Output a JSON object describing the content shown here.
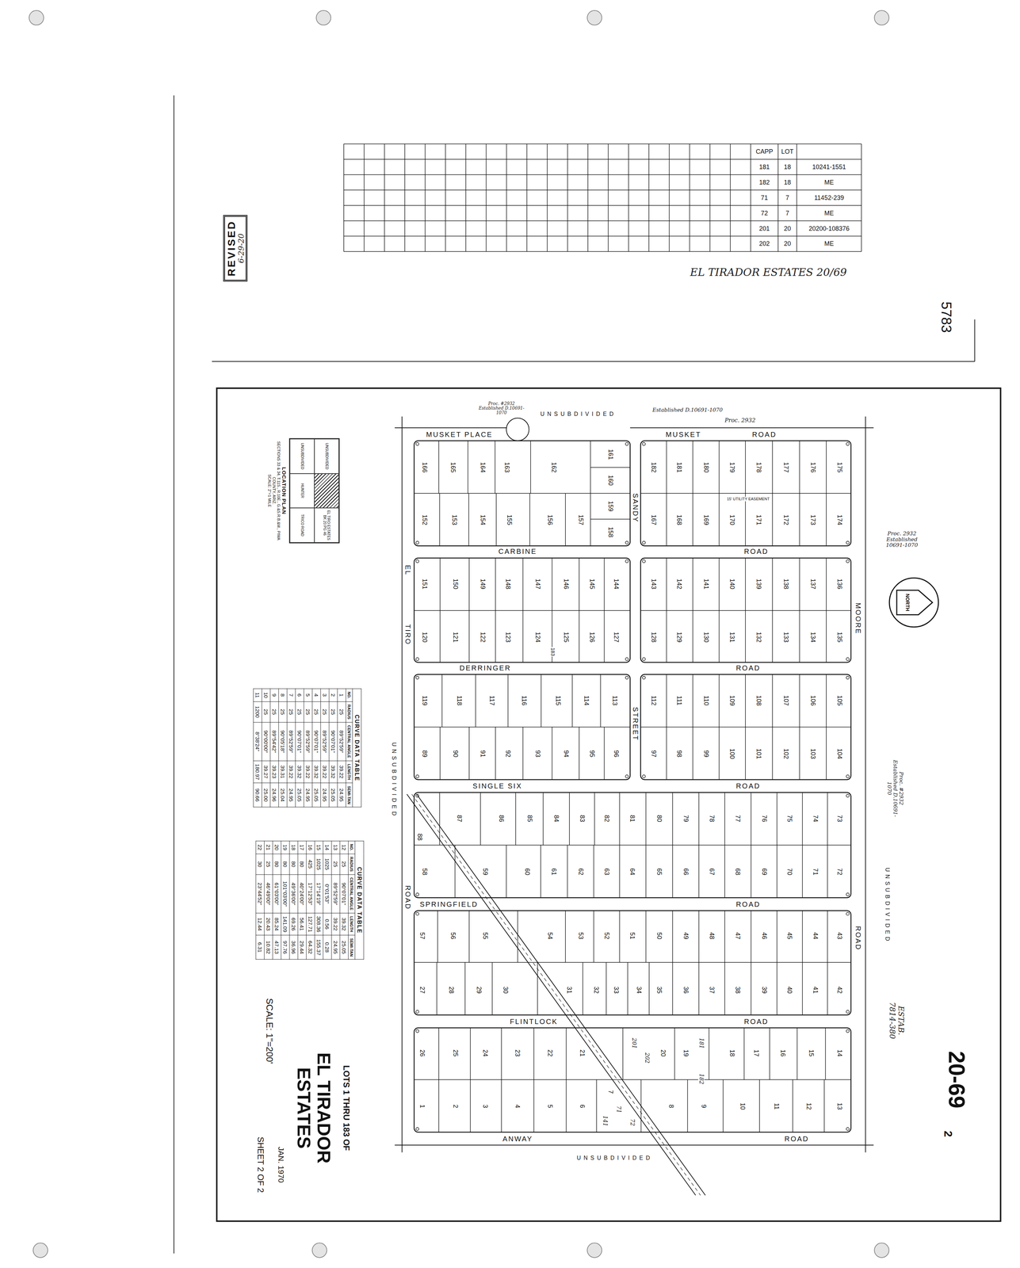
{
  "diagram": {
    "title": "EL TIRADOR ESTATES",
    "nodes": [
      {
        "text": [
          "REVISED",
          "6-29-20"
        ]
      },
      {
        "text": [
          "NORTH"
        ]
      },
      {
        "text": [
          "UNSUBDIVIDED",
          "EL TIRO ESTATES BK 20 PG 46",
          "UNSUBDIVIDED",
          "HUNTER",
          "TRICO ROAD",
          "LOCATION PLAN",
          "SECTIONS 33 & 34, T.11S., R.10E., G.&S.R.B.&M., PIMA COUNTY, ARIZ.",
          "SCALE: 2\"=1 MILE"
        ]
      },
      {
        "text": [
          "CURVE DATA TABLE",
          "NO.",
          "RADIUS",
          "CENTRAL ANGLE",
          "LENGTH",
          "SEMI-TAN",
          "1",
          "25",
          "89°52'59\"",
          "39.22",
          "24.95",
          "2",
          "25",
          "90°07'01\"",
          "39.32",
          "25.05",
          "3",
          "25",
          "89°52'59\"",
          "39.22",
          "24.95",
          "4",
          "25",
          "90°07'01\"",
          "39.32",
          "25.05",
          "5",
          "25",
          "89°52'59\"",
          "39.22",
          "24.95",
          "6",
          "25",
          "90°07'01\"",
          "39.32",
          "25.05",
          "7",
          "25",
          "89°52'59\"",
          "39.22",
          "24.95",
          "8",
          "25",
          "90°05'18\"",
          "39.31",
          "25.04",
          "9",
          "25",
          "89°54'42\"",
          "39.23",
          "24.96",
          "10",
          "25",
          "90°00'00\"",
          "39.27",
          "25.00",
          "11",
          "1200",
          "8°38'24\"",
          "180.97",
          "90.66"
        ]
      },
      {
        "text": [
          "CURVE DATA TABLE",
          "NO.",
          "RADIUS",
          "CENTRAL ANGLE",
          "LENGTH",
          "SEMI-TAN",
          "12",
          "25",
          "90°07'01\"",
          "39.32",
          "25.05",
          "13",
          "25",
          "89°52'59\"",
          "39.22",
          "24.95",
          "14",
          "1025",
          "0°01'53\"",
          "0.56",
          "0.28",
          "15",
          "1025",
          "17°14'19\"",
          "308.36",
          "155.37",
          "16",
          "425",
          "17°12'53\"",
          "127.71",
          "64.32",
          "17",
          "80",
          "40°24'00\"",
          "56.41",
          "29.44",
          "18",
          "80",
          "49°36'00\"",
          "69.26",
          "36.96",
          "19",
          "80",
          "101°03'00\"",
          "141.09",
          "97.76",
          "20",
          "80",
          "61°03'00\"",
          "85.24",
          "47.13",
          "21",
          "25",
          "46°49'00\"",
          "20.43",
          "10.82",
          "22",
          "30",
          "23°44'52\"",
          "12.44",
          "6.31"
        ]
      }
    ],
    "labels": [
      "5783",
      "EL TIRADOR ESTATES 20/69",
      "CAPP",
      "LOT",
      "181",
      "18",
      "10241-1551",
      "182",
      "18",
      "ME",
      "71",
      "7",
      "11452-239",
      "72",
      "7",
      "ME",
      "201",
      "20",
      "20200-108376",
      "202",
      "20",
      "ME",
      "UNSUBDIVIDED",
      "UNSUBDIVIDED",
      "UNSUBDIVIDED",
      "UNSUBDIVIDED",
      "MUSKET PLACE",
      "MUSKET",
      "ROAD",
      "CARBINE",
      "ROAD",
      "DERRINGER",
      "ROAD",
      "SINGLE SIX",
      "ROAD",
      "SPRINGFIELD",
      "ROAD",
      "FLINTLOCK",
      "ROAD",
      "ANWAY",
      "ROAD",
      "SANDY",
      "STREET",
      "EL",
      "TIRO",
      "ROAD",
      "MOORE",
      "ROAD",
      "166",
      "165",
      "164",
      "163",
      "162",
      "161",
      "160",
      "159",
      "158",
      "152",
      "153",
      "154",
      "155",
      "156",
      "157",
      "182",
      "181",
      "180",
      "179",
      "178",
      "177",
      "176",
      "175",
      "167",
      "168",
      "169",
      "170",
      "171",
      "172",
      "173",
      "174",
      "151",
      "150",
      "149",
      "148",
      "147",
      "146",
      "145",
      "144",
      "143",
      "142",
      "141",
      "140",
      "139",
      "138",
      "137",
      "136",
      "120",
      "121",
      "122",
      "123",
      "124",
      "125",
      "126",
      "127",
      "128",
      "129",
      "130",
      "131",
      "132",
      "133",
      "134",
      "135",
      "119",
      "118",
      "117",
      "116",
      "115",
      "114",
      "113",
      "112",
      "111",
      "110",
      "109",
      "108",
      "107",
      "106",
      "105",
      "89",
      "90",
      "91",
      "92",
      "93",
      "94",
      "95",
      "96",
      "97",
      "98",
      "99",
      "100",
      "101",
      "102",
      "103",
      "104",
      "88",
      "87",
      "86",
      "85",
      "84",
      "83",
      "82",
      "81",
      "80",
      "79",
      "78",
      "77",
      "76",
      "75",
      "74",
      "73",
      "58",
      "59",
      "60",
      "61",
      "62",
      "63",
      "64",
      "65",
      "66",
      "67",
      "68",
      "69",
      "70",
      "71",
      "72",
      "57",
      "56",
      "55",
      "54",
      "53",
      "52",
      "51",
      "50",
      "49",
      "48",
      "47",
      "46",
      "45",
      "44",
      "43",
      "27",
      "28",
      "29",
      "30",
      "31",
      "32",
      "33",
      "34",
      "35",
      "36",
      "37",
      "38",
      "39",
      "40",
      "41",
      "42",
      "26",
      "25",
      "24",
      "23",
      "22",
      "21",
      "20",
      "19",
      "18",
      "17",
      "16",
      "15",
      "14",
      "1",
      "2",
      "3",
      "4",
      "5",
      "6",
      "7",
      "8",
      "9",
      "10",
      "11",
      "12",
      "13",
      "183",
      "201",
      "202",
      "181",
      "182",
      "141",
      "71",
      "72",
      "Proc. #2932 Established D.10691-1070",
      "Established D.10691-1070",
      "Proc. 2932",
      "Proc. 2932 Established 10691-1070",
      "Proc. #2932 Established D.10691-1070",
      "ESTAB. 7814-380",
      "15' UTILITY EASEMENT",
      "LOTS 1 THRU 183 OF",
      "SCALE: 1\"=200'",
      "JAN. 1970",
      "SHEET 2 OF 2",
      "20-69",
      "2"
    ]
  }
}
